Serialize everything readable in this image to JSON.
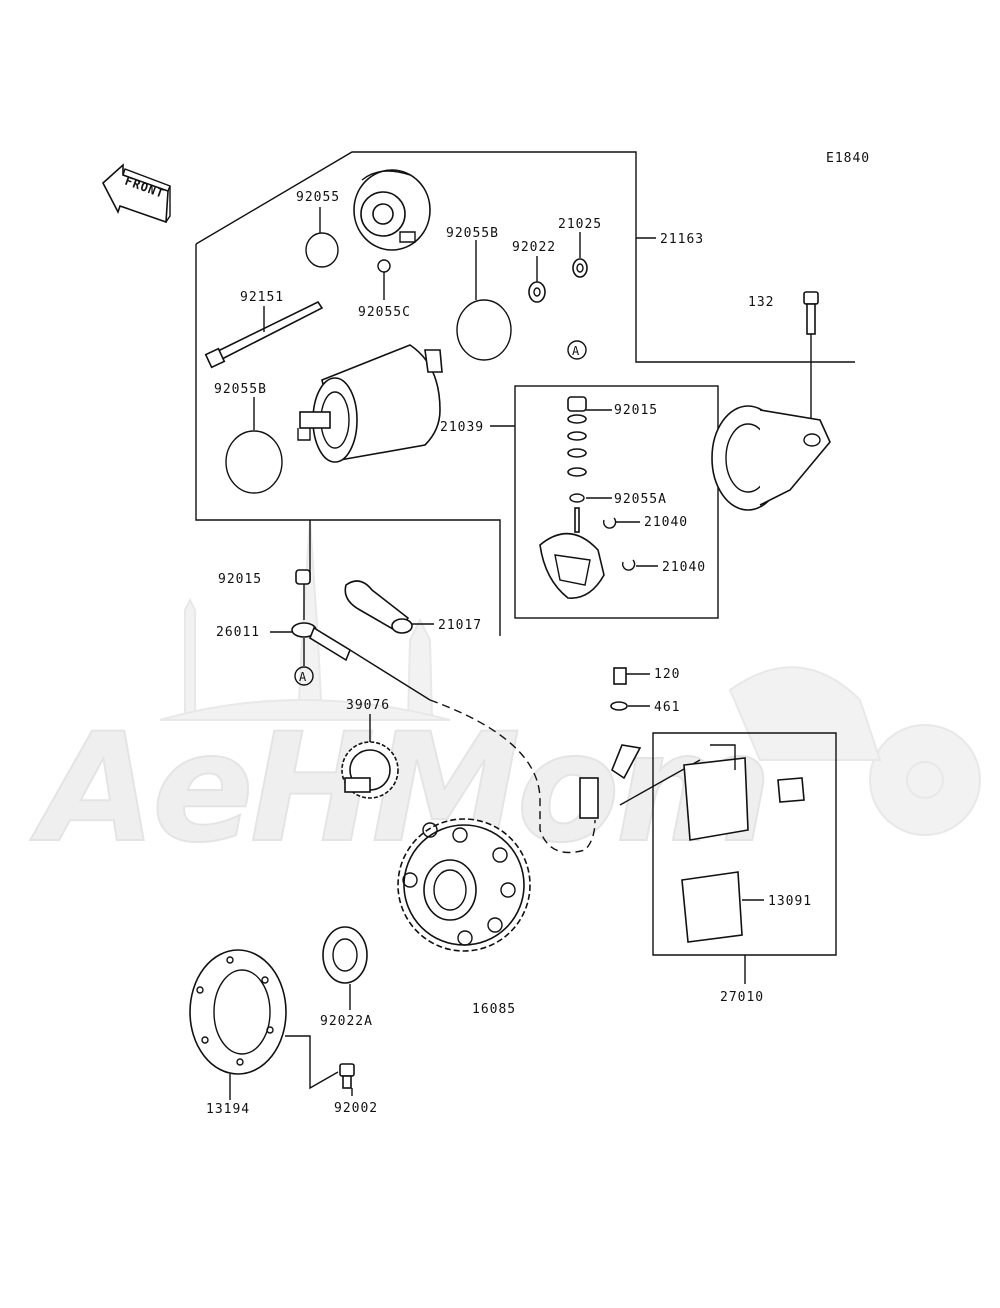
{
  "diagram_code": "E1840",
  "front_label": "FRONT",
  "watermark": "AeHMom",
  "ref_marker": "A",
  "callouts": {
    "c92055": "92055",
    "c92055C": "92055C",
    "c21025": "21025",
    "c92022": "92022",
    "c92055B_top": "92055B",
    "c21163": "21163",
    "c92151": "92151",
    "c132": "132",
    "c92055B_left": "92055B",
    "c92015_top": "92015",
    "c21039": "21039",
    "c92055A": "92055A",
    "c21040_a": "21040",
    "c21040_b": "21040",
    "c92015_left": "92015",
    "c26011": "26011",
    "c21017": "21017",
    "c120": "120",
    "c461": "461",
    "c39076": "39076",
    "c13091": "13091",
    "c27010": "27010",
    "c92022A": "92022A",
    "c16085": "16085",
    "c13194": "13194",
    "c92002": "92002"
  }
}
